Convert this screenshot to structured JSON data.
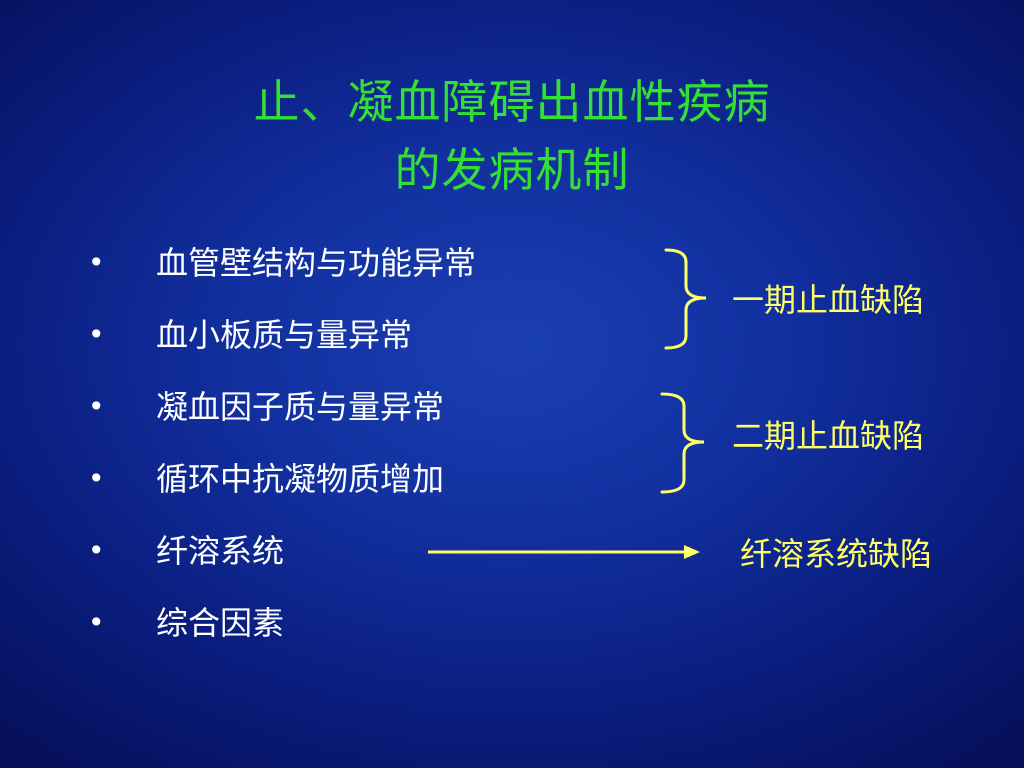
{
  "title": {
    "line1": "止、凝血障碍出血性疾病",
    "line2": "的发病机制"
  },
  "bullets": [
    "血管壁结构与功能异常",
    "血小板质与量异常",
    "凝血因子质与量异常",
    "循环中抗凝物质增加",
    "纤溶系统",
    "综合因素"
  ],
  "bullet_symbol": "•",
  "labels": {
    "defect1": "一期止血缺陷",
    "defect2": "二期止血缺陷",
    "defect3": "纤溶系统缺陷"
  },
  "colors": {
    "title": "#33e033",
    "body_text": "#ffffff",
    "annotation": "#ffff66",
    "background": "#0b1f82"
  }
}
